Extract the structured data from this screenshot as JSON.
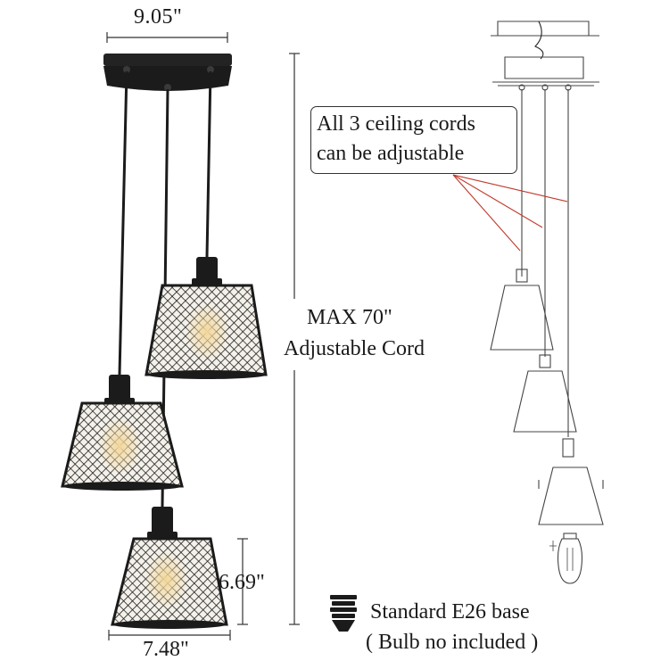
{
  "dimensions": {
    "canopy_width": "9.05\"",
    "shade_width": "7.48\"",
    "shade_height": "6.69\"",
    "max_cord_line1": "MAX 70\"",
    "max_cord_line2": "Adjustable Cord"
  },
  "callout": {
    "line1": "All 3 ceiling cords",
    "line2": "can be adjustable"
  },
  "base_info": {
    "label": "Standard E26 base",
    "note": "( Bulb no included )"
  },
  "colors": {
    "fixture": "#1b1b1b",
    "callout_leader": "#c0392b",
    "diagram_line": "#444444"
  }
}
